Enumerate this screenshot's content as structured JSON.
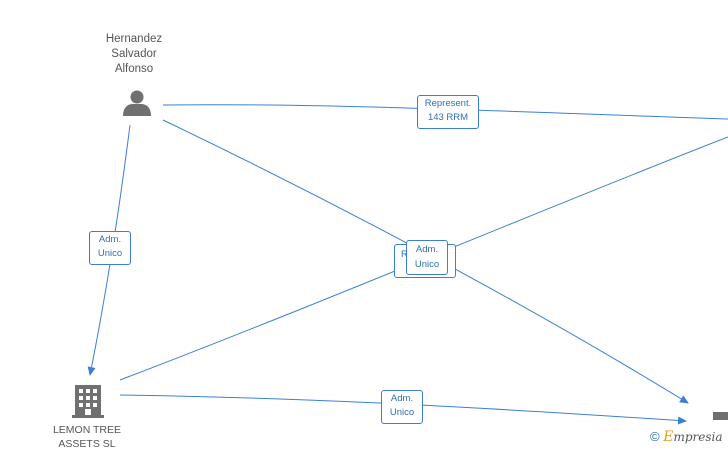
{
  "nodes": {
    "person": {
      "name_line1": "Hernandez",
      "name_line2": "Salvador",
      "name_line3": "Alfonso",
      "icon": "person-icon"
    },
    "company": {
      "name_line1": "LEMON TREE",
      "name_line2": "ASSETS  SL",
      "icon": "building-icon"
    }
  },
  "edges": {
    "person_to_right": {
      "line1": "Represent.",
      "line2": "143 RRM"
    },
    "person_to_company": {
      "line1": "Adm.",
      "line2": "Unico"
    },
    "center_back": {
      "line1": "R"
    },
    "center_front": {
      "line1": "Adm.",
      "line2": "Unico"
    },
    "company_to_right": {
      "line1": "Adm.",
      "line2": "Unico"
    }
  },
  "footer": {
    "copyright": "©",
    "brand_initial": "E",
    "brand_rest": "mpresia"
  },
  "colors": {
    "edge": "#3b7fd4",
    "icon": "#707070",
    "label_text": "#2f6fbf"
  }
}
